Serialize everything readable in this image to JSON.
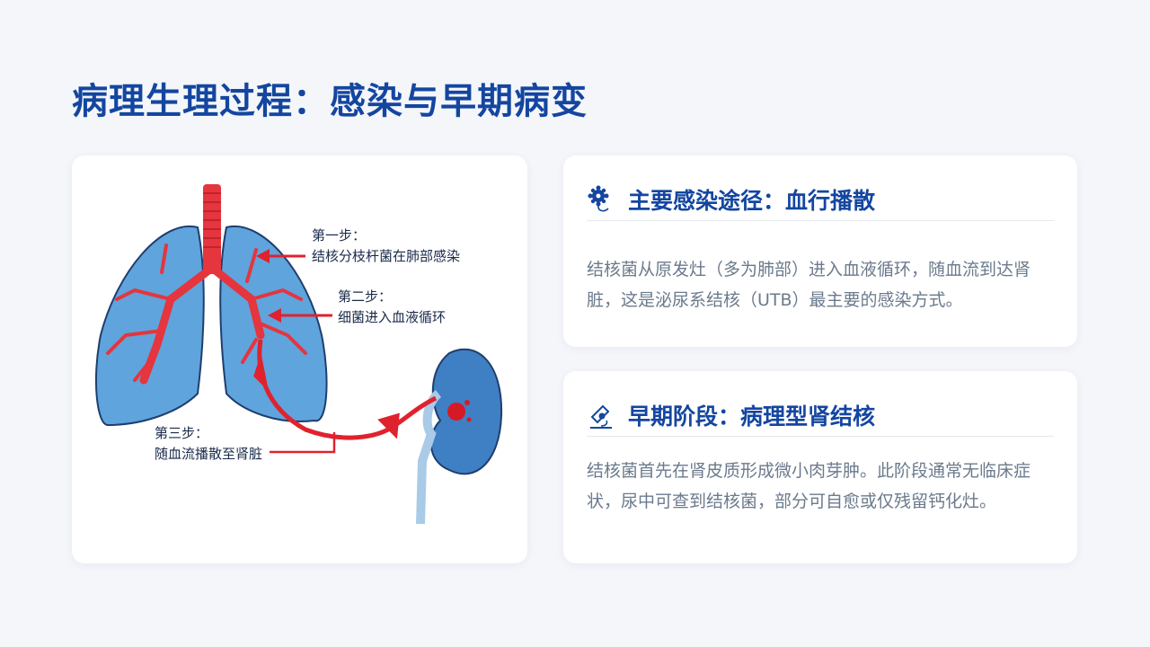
{
  "title": "病理生理过程：感染与早期病变",
  "illustration": {
    "step1": {
      "heading": "第一步：",
      "text": "结核分枝杆菌在肺部感染"
    },
    "step2": {
      "heading": "第二步：",
      "text": "细菌进入血液循环"
    },
    "step3": {
      "heading": "第三步：",
      "text": "随血流播散至肾脏"
    }
  },
  "cards": [
    {
      "icon": "bacteria-icon",
      "title": "主要感染途径：血行播散",
      "body": "结核菌从原发灶（多为肺部）进入血液循环，随血流到达肾脏，这是泌尿系结核（UTB）最主要的感染方式。"
    },
    {
      "icon": "microscope-icon",
      "title": "早期阶段：病理型肾结核",
      "body": "结核菌首先在肾皮质形成微小肉芽肿。此阶段通常无临床症状，尿中可查到结核菌，部分可自愈或仅残留钙化灶。"
    }
  ],
  "colors": {
    "accent": "#1446a0",
    "text": "#6b7a8c",
    "blood": "#e0222e",
    "lung": "#5fa4dc"
  }
}
